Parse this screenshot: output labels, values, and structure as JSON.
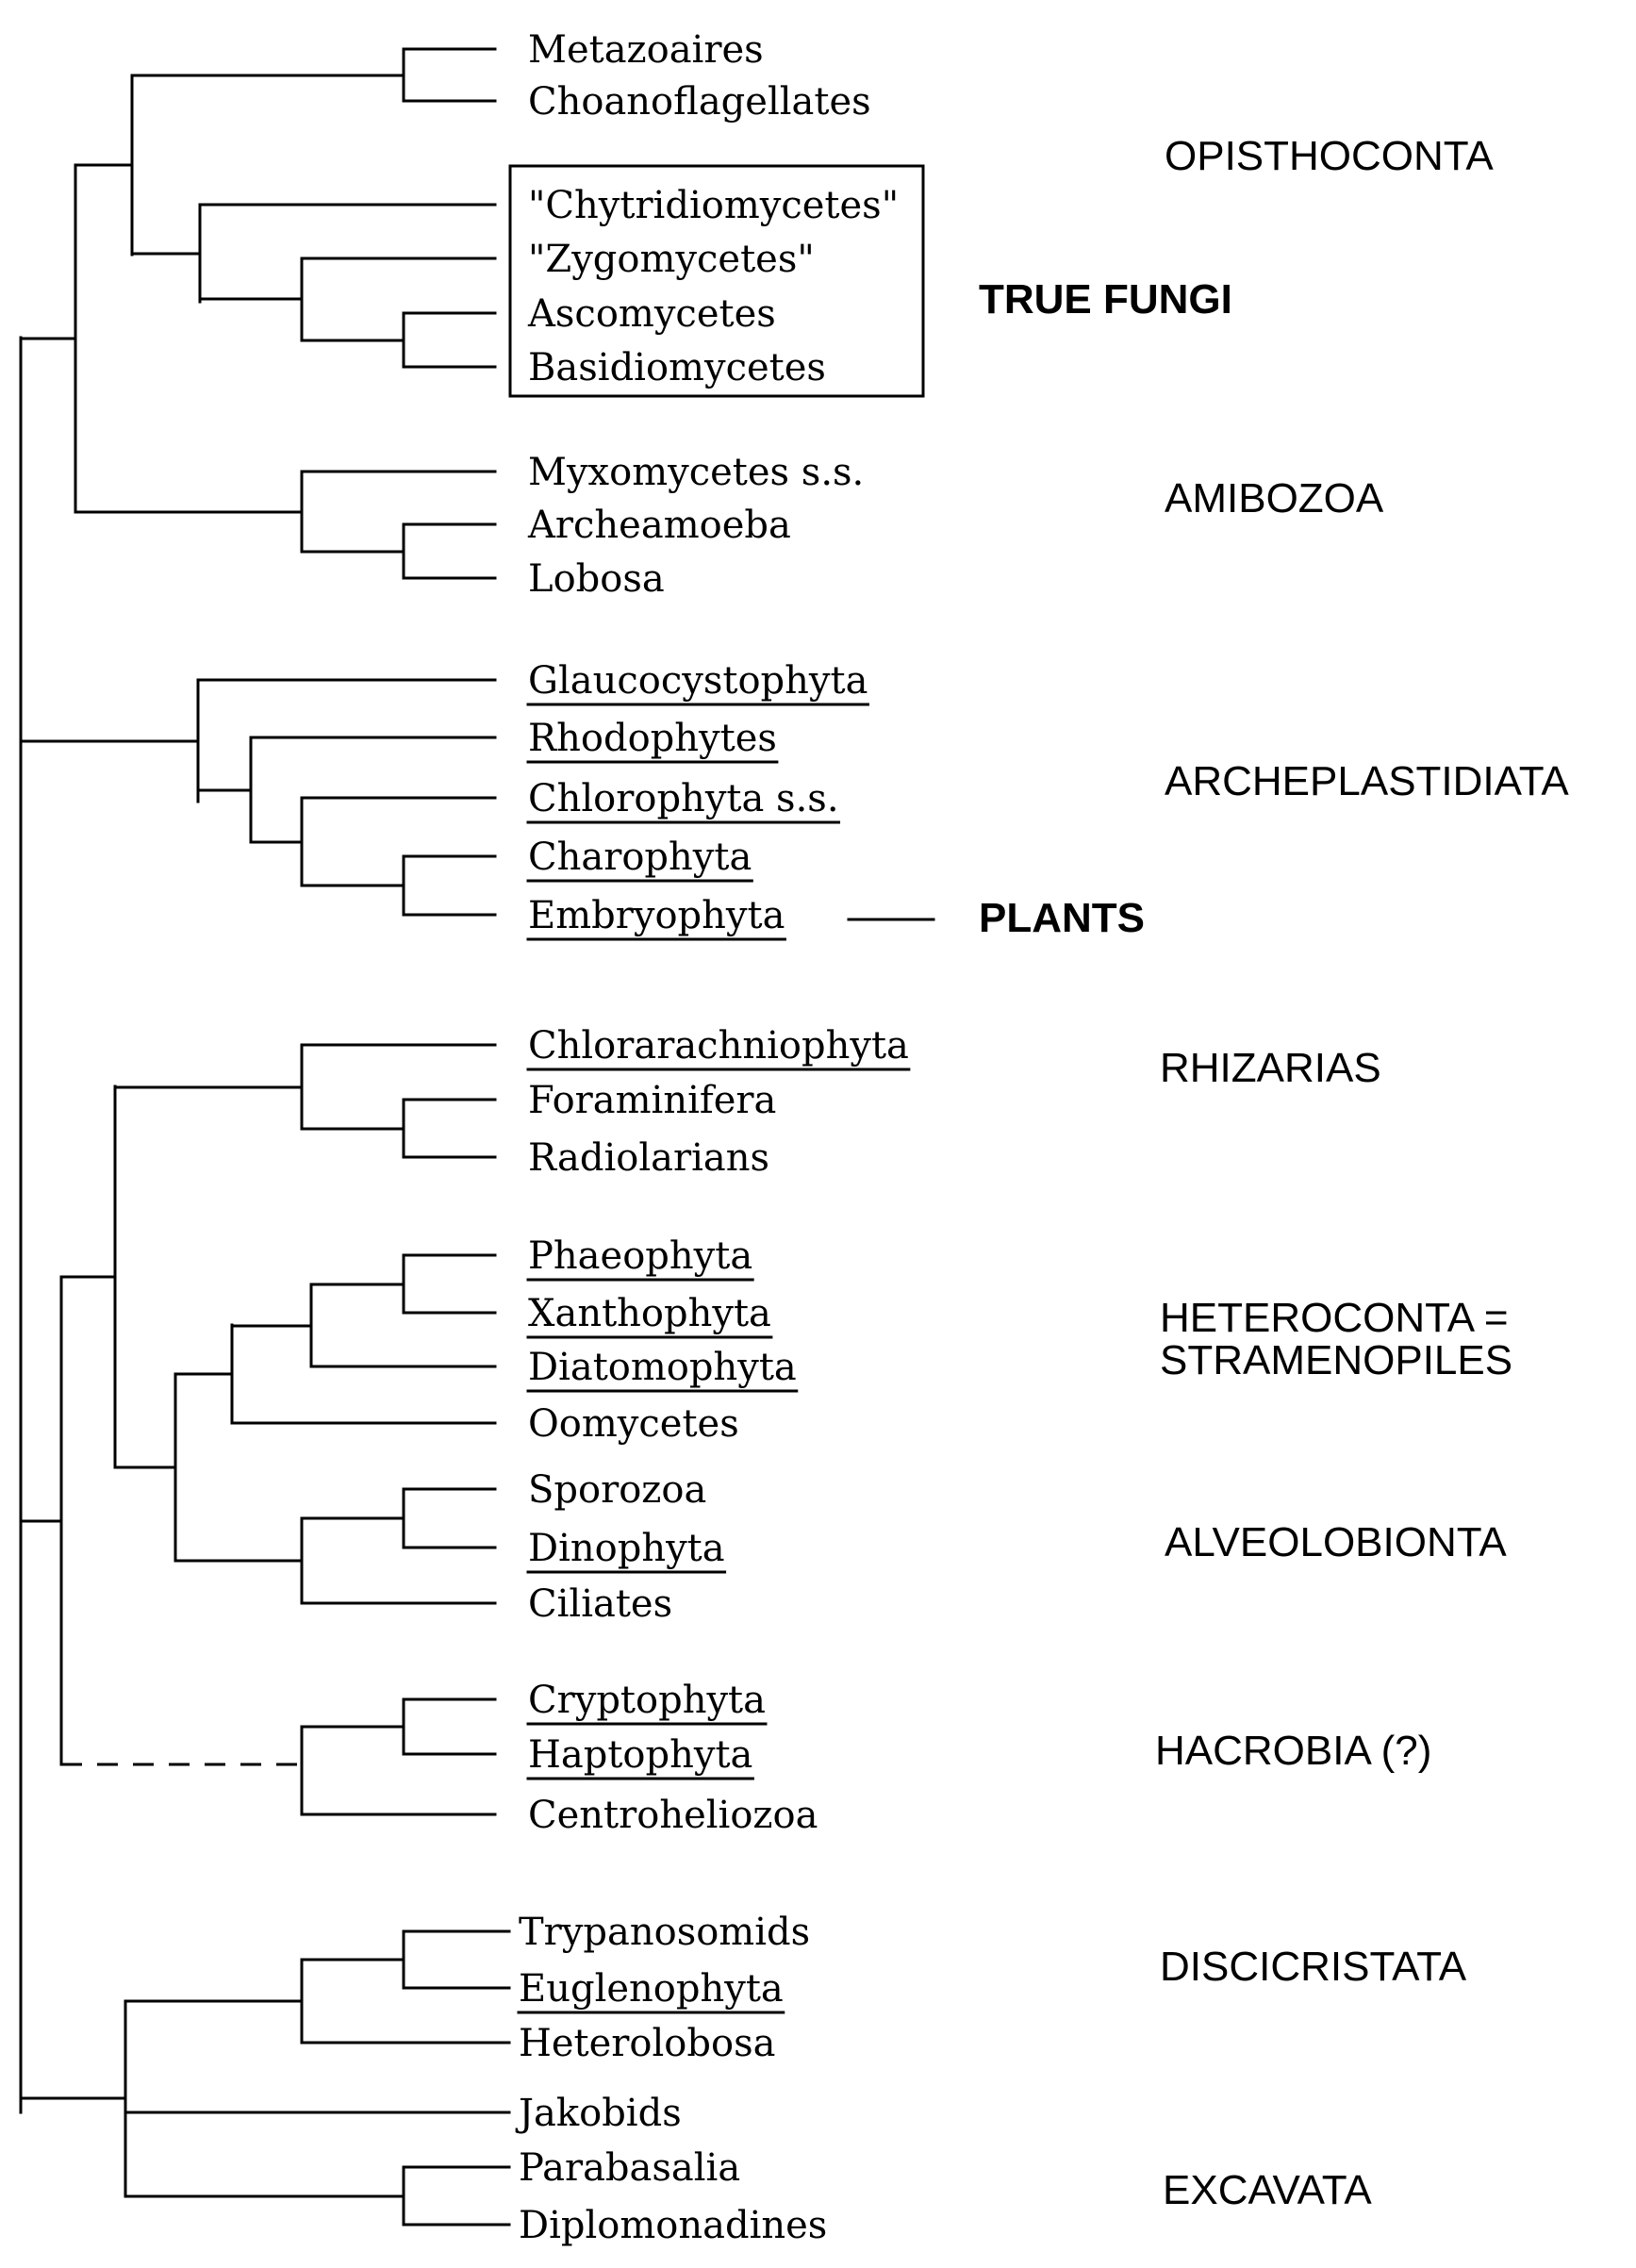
{
  "taxa": [
    {
      "label": "Metazoaires",
      "underlined": false
    },
    {
      "label": "Choanoflagellates",
      "underlined": false
    },
    {
      "label": "\"Chytridiomycetes\"",
      "underlined": false
    },
    {
      "label": "\"Zygomycetes\"",
      "underlined": false
    },
    {
      "label": "Ascomycetes",
      "underlined": false
    },
    {
      "label": "Basidiomycetes",
      "underlined": false
    },
    {
      "label": "Myxomycetes s.s.",
      "underlined": false
    },
    {
      "label": "Archeamoeba",
      "underlined": false
    },
    {
      "label": "Lobosa",
      "underlined": false
    },
    {
      "label": "Glaucocystophyta",
      "underlined": true
    },
    {
      "label": "Rhodophytes",
      "underlined": true
    },
    {
      "label": "Chlorophyta s.s.",
      "underlined": true
    },
    {
      "label": "Charophyta",
      "underlined": true
    },
    {
      "label": "Embryophyta",
      "underlined": true
    },
    {
      "label": "Chlorarachniophyta",
      "underlined": true
    },
    {
      "label": "Foraminifera",
      "underlined": false
    },
    {
      "label": "Radiolarians",
      "underlined": false
    },
    {
      "label": "Phaeophyta",
      "underlined": true
    },
    {
      "label": "Xanthophyta",
      "underlined": true
    },
    {
      "label": "Diatomophyta",
      "underlined": true
    },
    {
      "label": "Oomycetes",
      "underlined": false
    },
    {
      "label": "Sporozoa",
      "underlined": false
    },
    {
      "label": "Dinophyta",
      "underlined": true
    },
    {
      "label": "Ciliates",
      "underlined": false
    },
    {
      "label": "Cryptophyta",
      "underlined": true
    },
    {
      "label": "Haptophyta",
      "underlined": true
    },
    {
      "label": "Centroheliozoa",
      "underlined": false
    },
    {
      "label": "Trypanosomids",
      "underlined": false
    },
    {
      "label": "Euglenophyta",
      "underlined": true
    },
    {
      "label": "Heterolobosa",
      "underlined": false
    },
    {
      "label": "Jakobids",
      "underlined": false
    },
    {
      "label": "Parabasalia",
      "underlined": false
    },
    {
      "label": "Diplomonadines",
      "underlined": false
    }
  ],
  "groups": [
    {
      "lines": [
        "OPISTHOCONTA"
      ],
      "bold": false
    },
    {
      "lines": [
        "TRUE FUNGI"
      ],
      "bold": true
    },
    {
      "lines": [
        "AMIBOZOA"
      ],
      "bold": false
    },
    {
      "lines": [
        "ARCHEPLASTIDIATA"
      ],
      "bold": false
    },
    {
      "lines": [
        "PLANTS"
      ],
      "bold": true
    },
    {
      "lines": [
        "RHIZARIAS"
      ],
      "bold": false
    },
    {
      "lines": [
        "HETEROCONTA =",
        "STRAMENOPILES"
      ],
      "bold": false
    },
    {
      "lines": [
        "ALVEOLOBIONTA"
      ],
      "bold": false
    },
    {
      "lines": [
        "HACROBIA (?)"
      ],
      "bold": false
    },
    {
      "lines": [
        "DISCICRISTATA"
      ],
      "bold": false
    },
    {
      "lines": [
        "EXCAVATA"
      ],
      "bold": false
    }
  ]
}
